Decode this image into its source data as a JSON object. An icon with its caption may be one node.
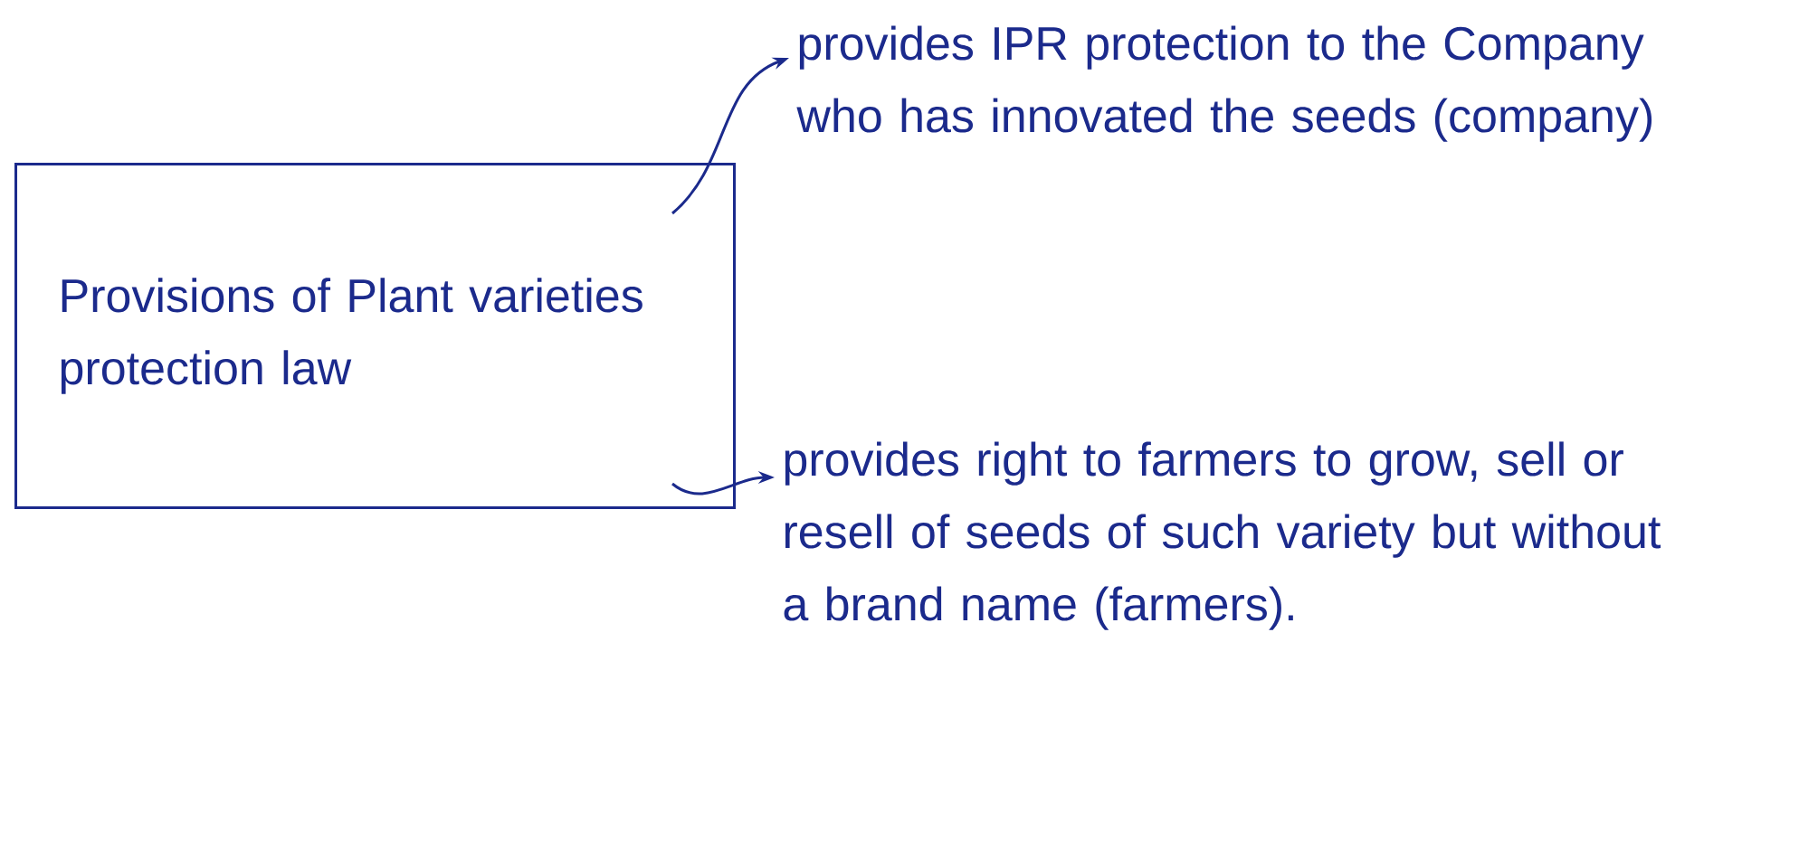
{
  "diagram": {
    "nodes": [
      {
        "text": [
          "Provisions of Plant varieties protection law"
        ]
      },
      {
        "text": [
          "provides IPR protection to the Company who has innovated the seeds (company)"
        ]
      },
      {
        "text": [
          "provides right to farmers to grow, sell or resell of seeds of such variety but without a brand name (farmers)."
        ]
      }
    ],
    "edges": [
      {
        "from": 0,
        "to": 1,
        "arrow": "to"
      },
      {
        "from": 0,
        "to": 2,
        "arrow": "to"
      }
    ]
  }
}
